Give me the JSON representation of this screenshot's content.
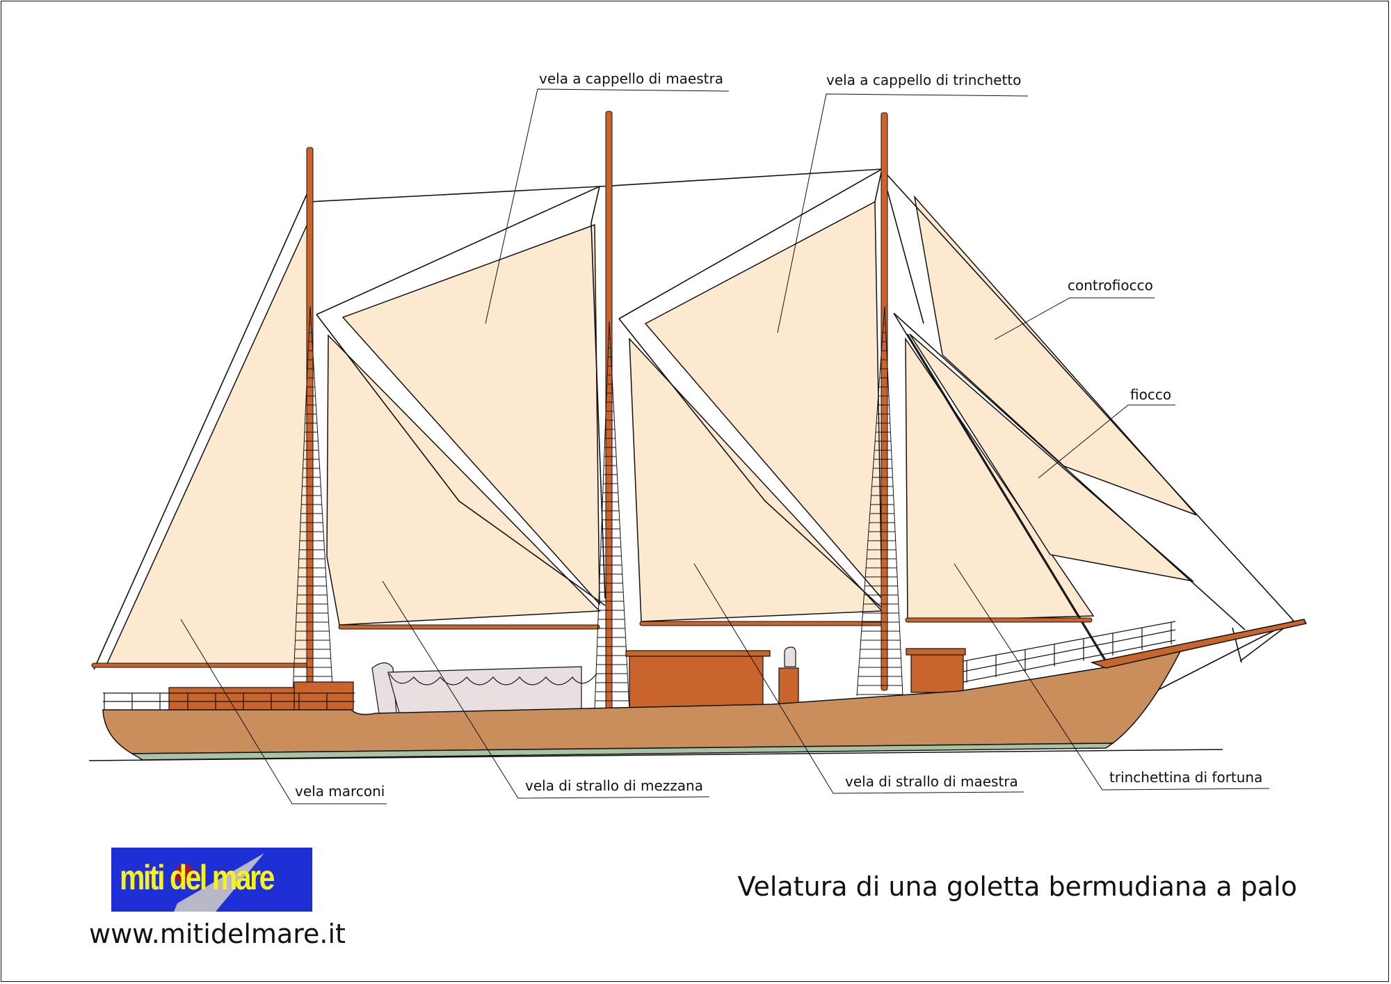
{
  "title": "Velatura di una goletta bermudiana a palo",
  "website": "www.mitidelmare.it",
  "logo": {
    "text": "miti del mare"
  },
  "colors": {
    "sail": "#fde9d0",
    "hull": "#c98e5c",
    "mast": "#c8642c",
    "waterline": "#a9c2a4",
    "lifeboat": "#e8e0e0",
    "logo_bg": "#1e2fd6",
    "logo_text": "#f6f21a"
  },
  "labels": {
    "vela_cappello_maestra": "vela a cappello di maestra",
    "vela_cappello_trinchetto": "vela a cappello di trinchetto",
    "controfiocco": "controfiocco",
    "fiocco": "fiocco",
    "vela_marconi": "vela marconi",
    "vela_strallo_mezzana": "vela di strallo di mezzana",
    "vela_strallo_maestra": "vela di strallo di maestra",
    "trinchettina_fortuna": "trinchettina di fortuna"
  }
}
